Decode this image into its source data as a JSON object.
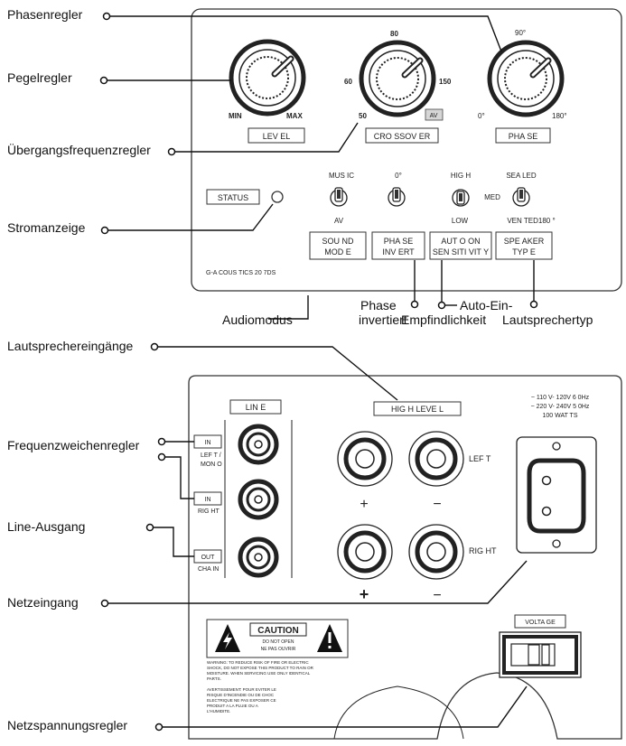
{
  "callouts": {
    "phase_control": "Phasenregler",
    "level_control": "Pegelregler",
    "crossover_control": "Übergangsfrequenzregler",
    "power_indicator": "Stromanzeige",
    "audio_mode": "Audiomodus",
    "phase_invert_1": "Phase",
    "phase_invert_2": "invertiert",
    "auto_on_1": "Auto-Ein-",
    "auto_on_2": "Empfindlichkeit",
    "speaker_type": "Lautsprechertyp",
    "speaker_inputs": "Lautsprechereingänge",
    "crossover_regulator": "Frequenzweichenregler",
    "line_output": "Line-Ausgang",
    "power_input": "Netzeingang",
    "voltage_selector": "Netzspannungsregler"
  },
  "top_panel": {
    "level": {
      "min": "MIN",
      "max": "MAX",
      "label": "LEV EL"
    },
    "crossover": {
      "v80": "80",
      "v60": "60",
      "v150": "150",
      "v50": "50",
      "av": "AV",
      "label": "CRO SSOV ER"
    },
    "phase": {
      "v90": "90°",
      "v0": "0°",
      "v180": "180°",
      "label": "PHA SE"
    },
    "status": "STATUS",
    "switches": {
      "sound_top": "MUS IC",
      "sound_bottom": "AV",
      "phase_top": "0°",
      "sens_top": "HIG H",
      "sens_mid": "MED",
      "sens_bottom": "LOW",
      "spk_top": "SEA LED",
      "spk_bottom": "VEN TED180 °"
    },
    "boxes": {
      "sound_1": "SOU ND",
      "sound_2": "MOD E",
      "phase_1": "PHA SE",
      "phase_2": "INV ERT",
      "auto_1": "AUT O ON",
      "auto_2": "SEN SITI VIT Y",
      "spk_1": "SPE AKER",
      "spk_2": "TYP E"
    },
    "model": "G-A COUS TICS 20 7DS"
  },
  "bottom_panel": {
    "line": "LIN E",
    "high_level": "HIG H LEVE L",
    "in1": "IN",
    "left_mono_1": "LEF T /",
    "left_mono_2": "MON O",
    "in2": "IN",
    "right1": "RIG HT",
    "out": "OUT",
    "chain": "CHA IN",
    "left": "LEF T",
    "right2": "RIG HT",
    "plus": "+",
    "minus": "−",
    "power_1": "~ 110 V- 120V 6 0Hz",
    "power_2": "~ 220 V- 240V 5 0Hz",
    "power_3": "100 WAT TS",
    "caution": "CAUTION",
    "do_not_open": "DO NOT OPEN",
    "ne_pas": "NE PAS OUVRIR",
    "warning_1": "WARNING: TO REDUCE RISK OF FIRE OR ELECTRIC",
    "warning_2": "SHOCK, DO NOT EXPOSE THIS PRODUCT TO RAIN OR",
    "warning_3": "MOISTURE. WHEN SERVICING USE ONLY IDENTICAL",
    "warning_4": "PARTS.",
    "avert_1": "AVERTISSEMENT: POUR EVITER LE",
    "avert_2": "RISQUE D'INCENDIE OU DE CHOC",
    "avert_3": "ELECTRIQUE NE PAS EXPOSER CE",
    "avert_4": "PRODUIT A LA PLUIE OU A",
    "avert_5": "L'HUMIDITE.",
    "voltage": "VOLTA GE"
  }
}
